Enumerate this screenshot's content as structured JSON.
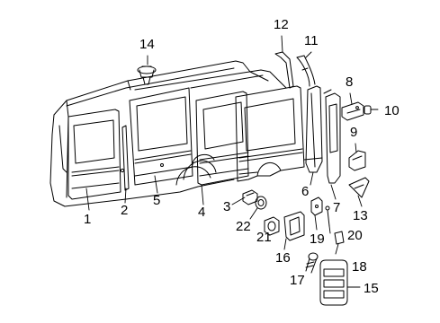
{
  "callouts": {
    "c1": "1",
    "c2": "2",
    "c3": "3",
    "c4": "4",
    "c5": "5",
    "c6": "6",
    "c7": "7",
    "c8": "8",
    "c9": "9",
    "c10": "10",
    "c11": "11",
    "c12": "12",
    "c13": "13",
    "c14": "14",
    "c15": "15",
    "c16": "16",
    "c17": "17",
    "c18": "18",
    "c19": "19",
    "c20": "20",
    "c21": "21",
    "c22": "22"
  },
  "colors": {
    "line": "#000000",
    "background": "#ffffff"
  }
}
